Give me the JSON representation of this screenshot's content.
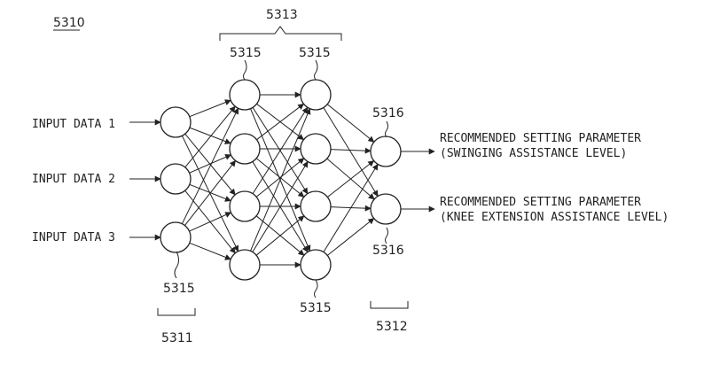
{
  "figure_label": "5310",
  "inputs": [
    "INPUT DATA 1",
    "INPUT DATA 2",
    "INPUT DATA 3"
  ],
  "outputs": [
    {
      "line1": "RECOMMENDED SETTING PARAMETER",
      "line2": "(SWINGING ASSISTANCE LEVEL)"
    },
    {
      "line1": "RECOMMENDED SETTING PARAMETER",
      "line2": "(KNEE EXTENSION ASSISTANCE LEVEL)"
    }
  ],
  "refs": {
    "hidden_group": "5313",
    "hidden1_node": "5315",
    "hidden2_node": "5315",
    "input_node": "5315",
    "hidden2_bottom_node": "5315",
    "output_node_top": "5316",
    "output_node_bottom": "5316",
    "input_layer": "5311",
    "output_layer": "5312"
  },
  "layers": {
    "input": 3,
    "hidden1": 4,
    "hidden2": 4,
    "output": 2
  },
  "colors": {
    "ink": "#222222",
    "background": "#ffffff"
  }
}
